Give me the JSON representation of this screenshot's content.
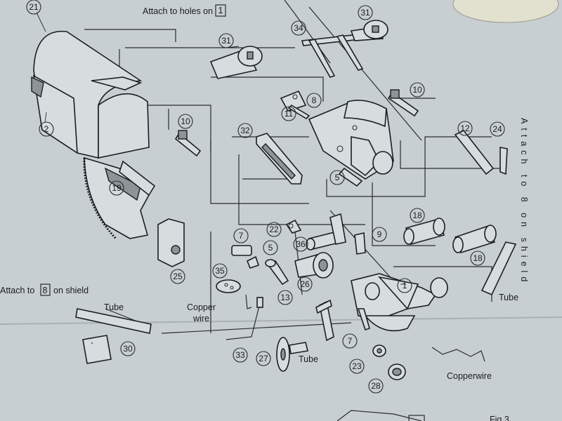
{
  "captions": {
    "attach_holes": "Attach to holes on",
    "attach_holes_box": "1",
    "attach_shield_left_pre": "Attach to",
    "attach_shield_left_box": "8",
    "attach_shield_left_post": "on shield",
    "attach_vertical": "Attach to 8 on shield",
    "tube_left": "Tube",
    "tube_right": "Tube",
    "tube_bottom": "Tube",
    "copper_wire": "Copper",
    "copper_wire_2": "wire",
    "copperwire": "Copperwire",
    "fig": "Fig.3"
  },
  "part_labels": [
    "21",
    "2",
    "19",
    "10",
    "31",
    "34",
    "31",
    "10",
    "11",
    "8",
    "32",
    "5",
    "12",
    "24",
    "25",
    "22",
    "36",
    "9",
    "18",
    "18",
    "7",
    "5",
    "35",
    "13",
    "26",
    "1",
    "33",
    "27",
    "7",
    "23",
    "28",
    "30"
  ]
}
